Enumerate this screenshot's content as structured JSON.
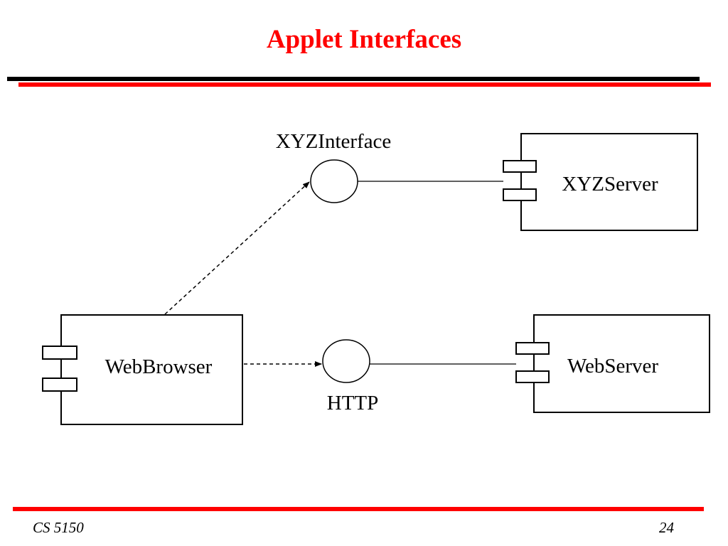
{
  "slide": {
    "title": "Applet Interfaces",
    "course": "CS 5150",
    "page_number": "24"
  },
  "diagram": {
    "components": [
      {
        "id": "xyz-server",
        "label": "XYZServer"
      },
      {
        "id": "web-browser",
        "label": "WebBrowser"
      },
      {
        "id": "web-server",
        "label": "WebServer"
      }
    ],
    "interfaces": [
      {
        "id": "xyz-interface",
        "label": "XYZInterface"
      },
      {
        "id": "http",
        "label": "HTTP"
      }
    ],
    "connections": [
      {
        "from": "web-browser",
        "to": "xyz-interface",
        "style": "dashed-arrow"
      },
      {
        "from": "xyz-interface",
        "to": "xyz-server",
        "style": "solid"
      },
      {
        "from": "web-browser",
        "to": "http",
        "style": "dashed-arrow"
      },
      {
        "from": "http",
        "to": "web-server",
        "style": "solid"
      }
    ]
  },
  "colors": {
    "title": "#ff0000",
    "accent_rule": "#ff0000",
    "dark_rule": "#000000"
  }
}
